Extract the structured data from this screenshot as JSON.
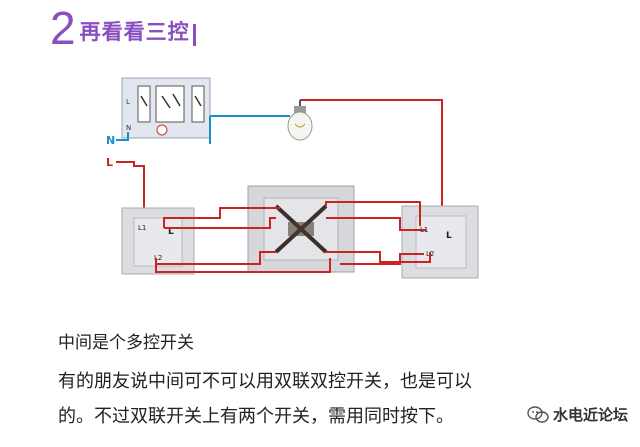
{
  "heading": {
    "number": "2",
    "title": "再看看三控"
  },
  "diagram": {
    "labels": {
      "n": "N",
      "l": "L",
      "panel_l": "L",
      "panel_n": "N"
    },
    "left_switch": {
      "t_l1": "L1",
      "t_l": "L",
      "t_l2": "L2"
    },
    "right_switch": {
      "t_l1": "L1",
      "t_l": "L",
      "t_l2": "L2"
    }
  },
  "caption": "中间是个多控开关",
  "paragraph": {
    "line1": "有的朋友说中间可不可以用双联双控开关，也是可以",
    "line2": "的。不过双联开关上有两个开关，需用同时按下。"
  },
  "watermark": {
    "text": "水电近论坛"
  }
}
